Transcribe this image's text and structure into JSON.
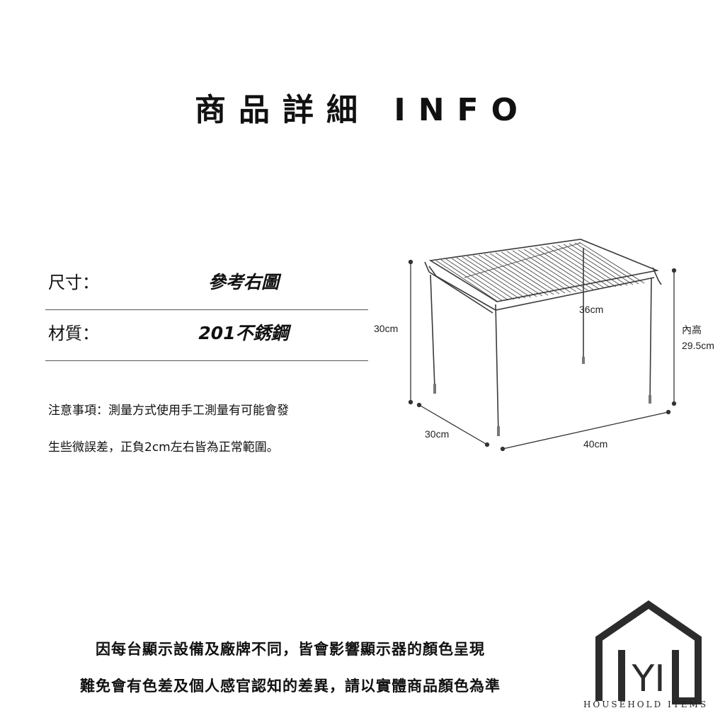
{
  "header": {
    "title": "商品詳細 INFO"
  },
  "specs": [
    {
      "label": "尺寸：",
      "value": "參考右圖"
    },
    {
      "label": "材質：",
      "value": "201不銹鋼"
    }
  ],
  "note": {
    "line1": "注意事項：測量方式使用手工測量有可能會發",
    "line2": "生些微誤差，正負2cm左右皆為正常範圍。"
  },
  "diagram": {
    "height_label": "30cm",
    "top_width_label": "36cm",
    "inner_height_label_1": "內高",
    "inner_height_label_2": "29.5cm",
    "depth_label": "30cm",
    "width_label": "40cm",
    "frame_color": "#3a3a3a"
  },
  "disclaimer": {
    "line1": "因每台顯示設備及廠牌不同，皆會影響顯示器的顏色呈現",
    "line2": "難免會有色差及個人感官認知的差異，請以實體商品顏色為準"
  },
  "logo": {
    "letters": "YI",
    "caption": "HOUSEHOLD ITEMS"
  }
}
